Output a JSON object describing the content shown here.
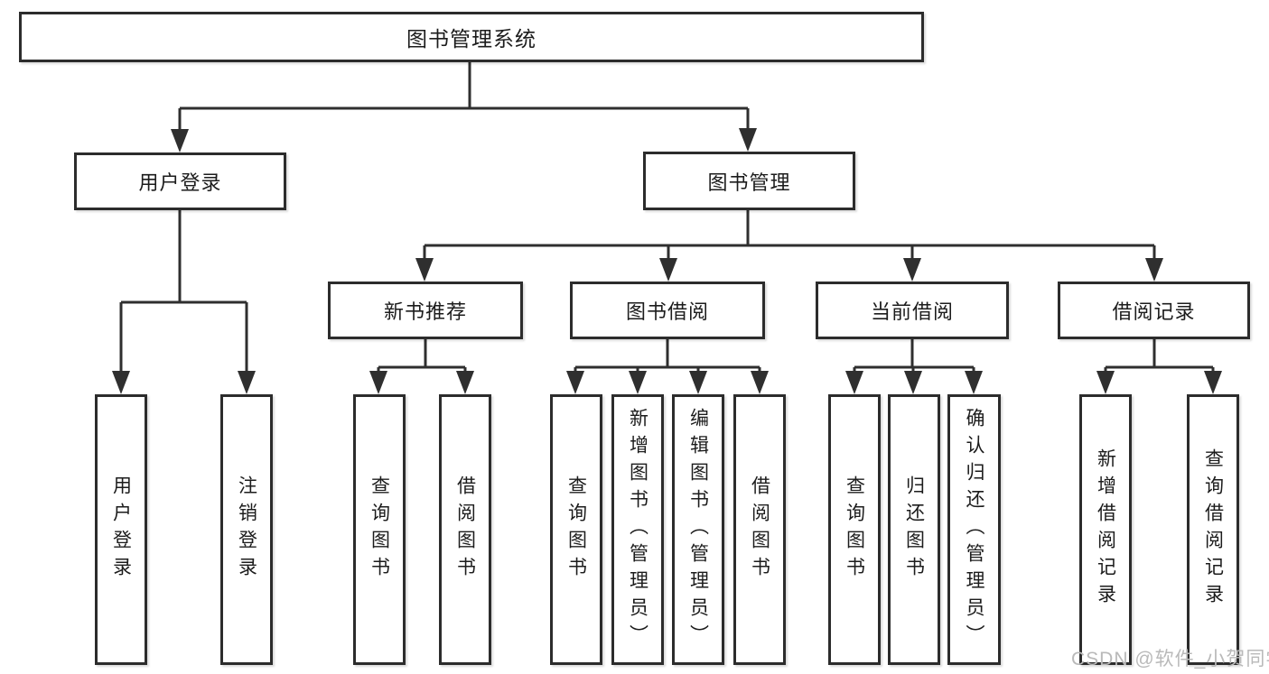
{
  "diagram": {
    "root": {
      "label": "图书管理系统"
    },
    "branches": [
      {
        "label": "用户登录",
        "children": [
          {
            "label": "用户登录"
          },
          {
            "label": "注销登录"
          }
        ]
      },
      {
        "label": "图书管理",
        "children": [
          {
            "label": "新书推荐",
            "children": [
              {
                "label": "查询图书"
              },
              {
                "label": "借阅图书"
              }
            ]
          },
          {
            "label": "图书借阅",
            "children": [
              {
                "label": "查询图书"
              },
              {
                "label": "新增图书（管理员）"
              },
              {
                "label": "编辑图书（管理员）"
              },
              {
                "label": "借阅图书"
              }
            ]
          },
          {
            "label": "当前借阅",
            "children": [
              {
                "label": "查询图书"
              },
              {
                "label": "归还图书"
              },
              {
                "label": "确认归还（管理员）"
              }
            ]
          },
          {
            "label": "借阅记录",
            "children": [
              {
                "label": "新增借阅记录"
              },
              {
                "label": "查询借阅记录"
              }
            ]
          }
        ]
      }
    ]
  },
  "watermark": {
    "text": "CSDN @软件_小贺同学"
  },
  "colors": {
    "line": "#2f2f2f",
    "box_border": "#2c2c2c",
    "text": "#1c1c1c",
    "watermark": "#b9b9b9",
    "background": "#ffffff"
  }
}
